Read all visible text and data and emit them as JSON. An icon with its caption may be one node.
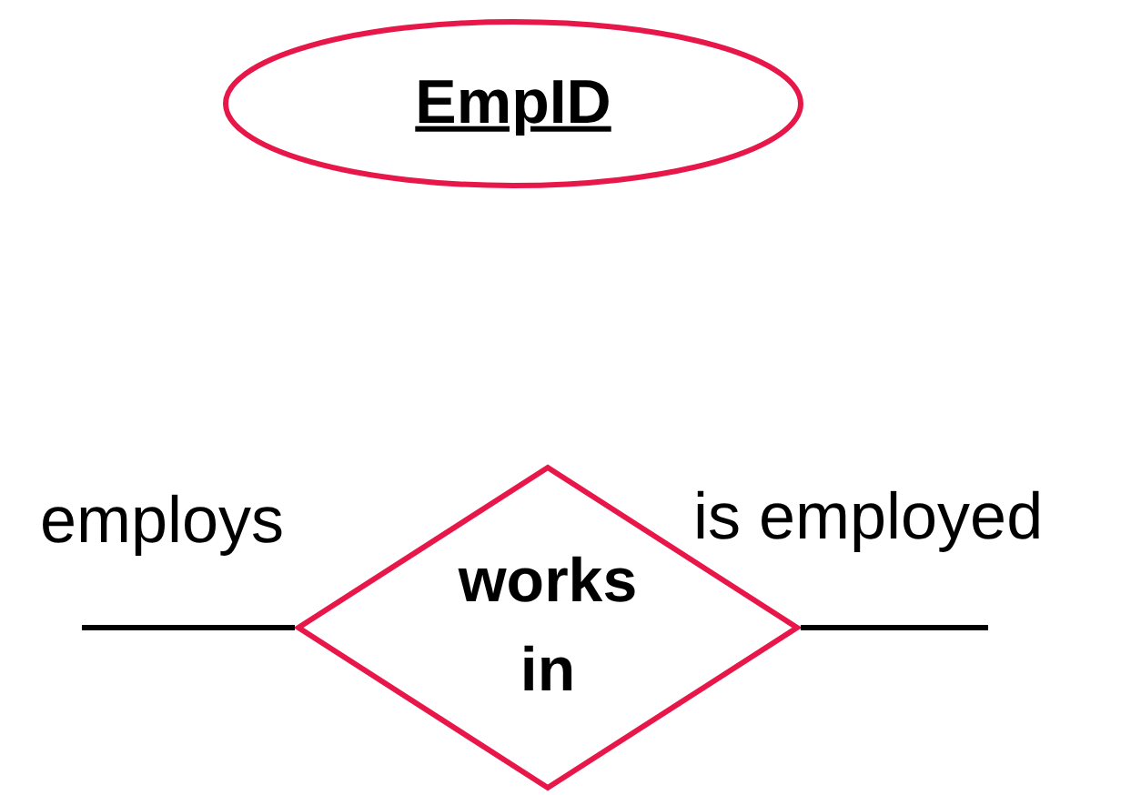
{
  "diagram": {
    "nodes": [
      {
        "text": [
          "EmpID"
        ]
      },
      {
        "text": [
          "works in"
        ]
      }
    ],
    "edges": [
      {
        "from": null,
        "to": 1,
        "arrow": "none",
        "label": "employs"
      },
      {
        "from": 1,
        "to": null,
        "arrow": "none",
        "label": "is employed"
      }
    ]
  }
}
